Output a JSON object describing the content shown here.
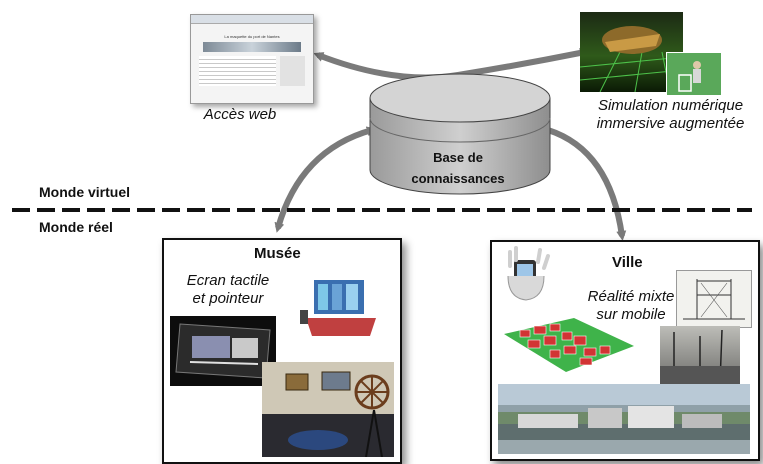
{
  "nodes": {
    "web_access": {
      "caption": "Accès web",
      "browser_title": "La maquette du port de Nantes"
    },
    "simulation": {
      "caption_line1": "Simulation numérique",
      "caption_line2": "immersive augmentée"
    },
    "database": {
      "line1": "Base de",
      "line2": "connaissances"
    },
    "museum": {
      "title": "Musée",
      "touchscreen_line1": "Ecran tactile",
      "touchscreen_line2": "et pointeur"
    },
    "city": {
      "title": "Ville",
      "mixed_reality_line1": "Réalité mixte",
      "mixed_reality_line2": "sur mobile"
    }
  },
  "divider": {
    "virtual_world": "Monde virtuel",
    "real_world": "Monde réel"
  },
  "colors": {
    "arrow": "#7a7a7a",
    "database_fill": "#b8b8b8",
    "panel_border": "#111111"
  }
}
